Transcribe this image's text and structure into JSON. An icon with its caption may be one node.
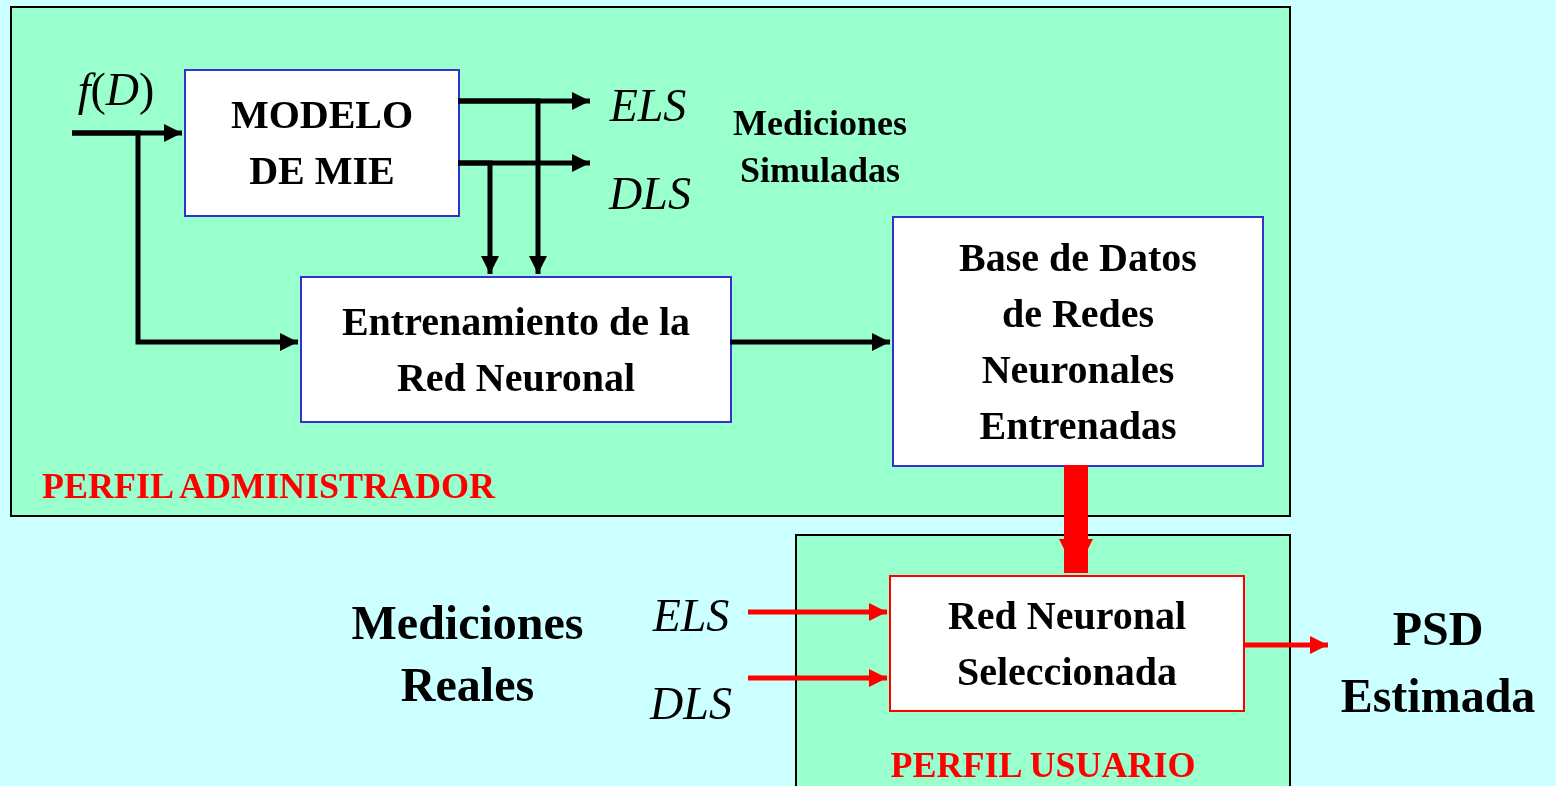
{
  "diagram": {
    "nodes": [
      {
        "text": [
          "PERFIL ADMINISTRADOR"
        ]
      },
      {
        "text": [
          "*f*(*D*)"
        ],
        "in": 0
      },
      {
        "text": [
          "MODELO DE MIE"
        ],
        "in": 0
      },
      {
        "text": [
          "ELS"
        ],
        "in": 0
      },
      {
        "text": [
          "DLS"
        ],
        "in": 0
      },
      {
        "text": [
          "Entrenamiento de la Red Neuronal"
        ],
        "in": 0
      },
      {
        "text": [
          "Base de Datos de Redes Neuronales Entrenadas"
        ],
        "in": 0
      },
      {
        "text": [
          "PERFIL USUARIO"
        ]
      },
      {
        "text": [
          "Red Neuronal Seleccionada"
        ],
        "in": 7
      },
      {
        "text": [
          "ELS"
        ]
      },
      {
        "text": [
          "DLS"
        ]
      },
      {
        "text": [
          "PSD Estimada"
        ]
      }
    ],
    "edges": [
      {
        "from": 1,
        "to": 2,
        "arrow": "to"
      },
      {
        "from": 1,
        "to": 5,
        "arrow": "to"
      },
      {
        "from": 2,
        "to": 3,
        "arrow": "to"
      },
      {
        "from": 2,
        "to": 4,
        "arrow": "to"
      },
      {
        "from": 2,
        "to": 5,
        "arrow": "to"
      },
      {
        "from": 2,
        "to": 5,
        "arrow": "to"
      },
      {
        "from": 5,
        "to": 6,
        "arrow": "to"
      },
      {
        "from": 6,
        "to": 8,
        "arrow": "to",
        "style": "thick",
        "color": "#ff0000"
      },
      {
        "from": 9,
        "to": 8,
        "arrow": "to",
        "color": "#ff0000"
      },
      {
        "from": 10,
        "to": 8,
        "arrow": "to",
        "color": "#ff0000"
      },
      {
        "from": 8,
        "to": 11,
        "arrow": "to",
        "color": "#ff0000"
      }
    ],
    "labels": [
      "Mediciones Simuladas",
      "Mediciones Reales"
    ]
  }
}
